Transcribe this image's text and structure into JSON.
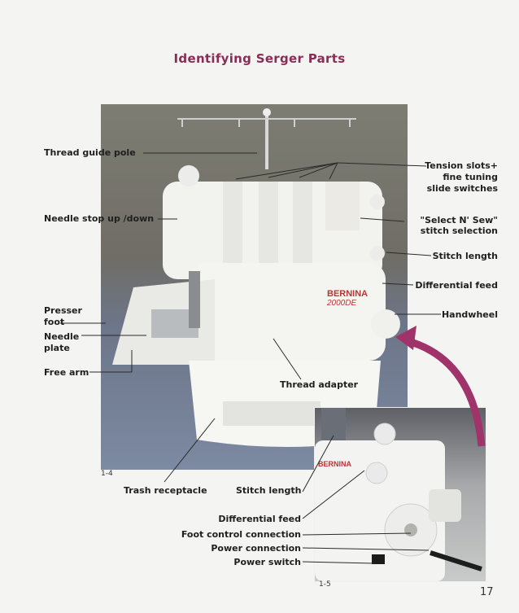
{
  "title": "Identifying Serger Parts",
  "labels": {
    "thread_guide_pole": "Thread guide pole",
    "tension_slots_1": "Tension slots+",
    "tension_slots_2": "fine tuning",
    "tension_slots_3": "slide switches",
    "needle_stop": "Needle stop up /down",
    "select_n_sew_1": "\"Select N' Sew\"",
    "select_n_sew_2": "stitch selection",
    "stitch_length_top": "Stitch length",
    "differential_feed_top": "Differential feed",
    "handwheel": "Handwheel",
    "presser_foot_1": "Presser",
    "presser_foot_2": "foot",
    "needle_plate_1": "Needle",
    "needle_plate_2": "plate",
    "free_arm": "Free arm",
    "thread_adapter": "Thread adapter",
    "trash_receptacle": "Trash receptacle",
    "stitch_length_bottom": "Stitch length",
    "differential_feed_bottom": "Differential feed",
    "foot_control": "Foot control connection",
    "power_connection": "Power connection",
    "power_switch": "Power switch"
  },
  "figures": {
    "fig_1_4": "1-4",
    "fig_1_5": "1-5"
  },
  "brand": {
    "name": "BERNINA",
    "model": "2000DE"
  },
  "page_number": "17",
  "colors": {
    "title": "#8a2c55",
    "arrow": "#a0336a"
  }
}
